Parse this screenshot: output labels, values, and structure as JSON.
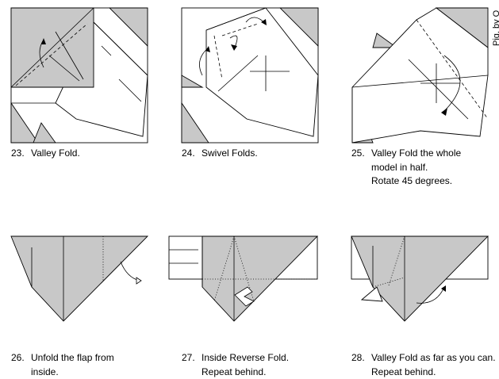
{
  "diagram": {
    "side_label": "Pig, by O",
    "colors": {
      "paper_gray": "#c8c8c8",
      "line": "#000000",
      "background": "#ffffff"
    },
    "steps": [
      {
        "number": "23.",
        "lines": [
          "Valley Fold."
        ]
      },
      {
        "number": "24.",
        "lines": [
          "Swivel Folds."
        ]
      },
      {
        "number": "25.",
        "lines": [
          "Valley Fold the whole",
          "model in half.",
          "Rotate 45 degrees."
        ]
      },
      {
        "number": "26.",
        "lines": [
          "Unfold the flap from",
          "inside."
        ]
      },
      {
        "number": "27.",
        "lines": [
          "Inside Reverse Fold.",
          "Repeat behind."
        ]
      },
      {
        "number": "28.",
        "lines": [
          "Valley Fold as far as you can.",
          "Repeat behind."
        ]
      }
    ]
  }
}
